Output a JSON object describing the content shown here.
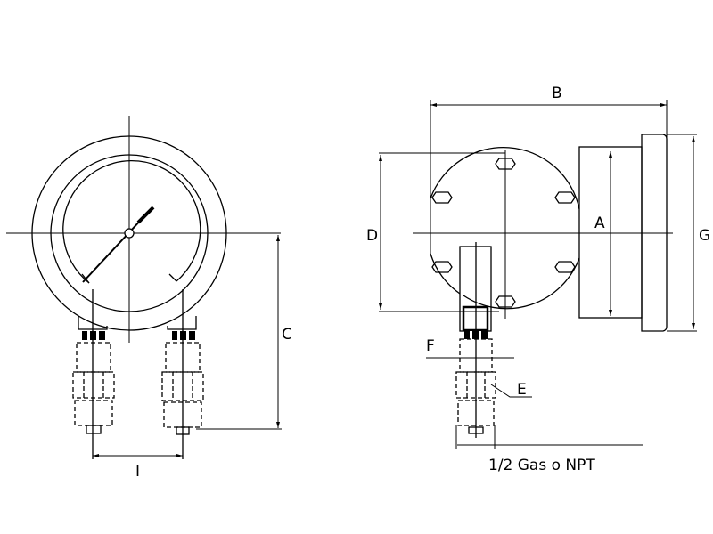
{
  "labels": {
    "A": "A",
    "B": "B",
    "C": "C",
    "D": "D",
    "E": "E",
    "F": "F",
    "G": "G",
    "I": "I",
    "connection": "1/2 Gas o NPT"
  }
}
